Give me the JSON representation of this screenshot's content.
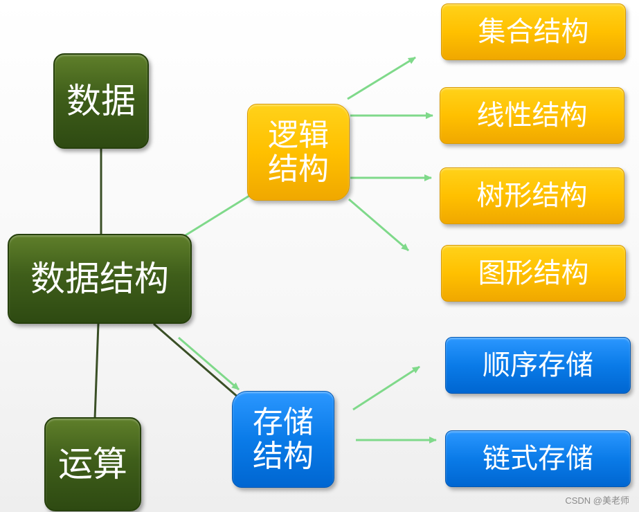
{
  "diagram": {
    "root": {
      "label": "数据结构"
    },
    "data_node": {
      "label": "数据"
    },
    "ops_node": {
      "label": "运算"
    },
    "logical": {
      "label": "逻辑\n结构",
      "children": [
        "集合结构",
        "线性结构",
        "树形结构",
        "图形结构"
      ]
    },
    "storage": {
      "label": "存储\n结构",
      "children": [
        "顺序存储",
        "链式存储"
      ]
    }
  },
  "colors": {
    "green_node": "#3f5e1a",
    "yellow_node": "#ffc000",
    "blue_node": "#0a7be8",
    "trunk_line": "#3a4f26",
    "arrow": "#7fd98a"
  },
  "watermark": "CSDN @美老师"
}
